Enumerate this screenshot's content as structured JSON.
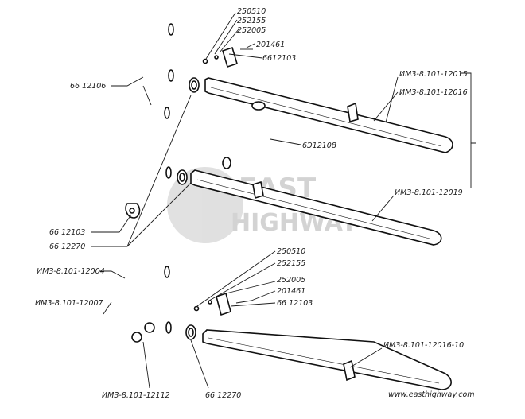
{
  "labels": {
    "l250510_top": "250510",
    "l252155_top": "252155",
    "l252005_top": "252005",
    "l201461_top": "201461",
    "l6612103_top": "6612103",
    "l6612106": "66 12106",
    "l12015a": "ИМЗ-8.101-12015",
    "l12015b": "ИМЗ-8.101-12016",
    "l6312108": "6Э12108",
    "l12019": "ИМЗ-8.101-12019",
    "l6612103_mid": "66 12103",
    "l6612270_mid": "66 12270",
    "l12004": "ИМЗ-8.101-12004",
    "l250510_bot": "250510",
    "l252155_bot": "252155",
    "l252005_bot": "252005",
    "l201461_bot": "201461",
    "l6612103_bot": "66 12103",
    "l12007": "ИМЗ-8.101-12007",
    "l12016_10": "ИМЗ-8.101-12016-10",
    "l12112": "ИМЗ-8.101-12112",
    "l6612270_bot": "66 12270"
  },
  "watermark": {
    "line1": "EAST",
    "line2": "HIGHWAY",
    "url": "www.easthighway.com"
  }
}
